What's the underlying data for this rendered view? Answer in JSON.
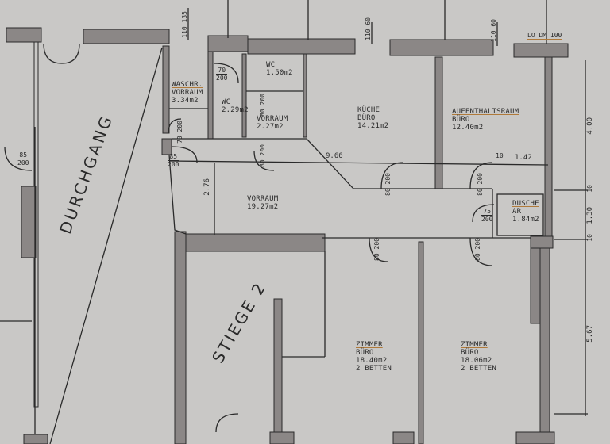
{
  "plan": {
    "stamp": "LO DM 100",
    "colors": {
      "paper": "#c9c8c6",
      "wall": "#8b8786",
      "line": "#2a2a2a",
      "accent_underline": "#b07a3a"
    },
    "rooms": [
      {
        "id": "waschr",
        "name": "WASCHR.",
        "use": "VORRAUM",
        "area": "3.34m2"
      },
      {
        "id": "wc1",
        "name": "WC",
        "use": "",
        "area": "2.29m2"
      },
      {
        "id": "wc2",
        "name": "WC",
        "use": "",
        "area": "1.50m2"
      },
      {
        "id": "vorraum-small",
        "name": "VORRAUM",
        "use": "",
        "area": "2.27m2"
      },
      {
        "id": "kueche",
        "name": "KÜCHE",
        "use": "BÜRO",
        "area": "14.21m2"
      },
      {
        "id": "aufenthalt",
        "name": "AUFENTHALTSRAUM",
        "use": "BÜRO",
        "area": "12.40m2"
      },
      {
        "id": "dusche",
        "name": "DUSCHE",
        "use": "AR",
        "area": "1.84m2"
      },
      {
        "id": "vorraum-main",
        "name": "VORRAUM",
        "use": "",
        "area": "19.27m2"
      },
      {
        "id": "zimmer1",
        "name": "ZIMMER",
        "use": "BÜRO",
        "area": "18.40m2",
        "beds": "2 BETTEN"
      },
      {
        "id": "zimmer2",
        "name": "ZIMMER",
        "use": "BÜRO",
        "area": "18.06m2",
        "beds": "2 BETTEN"
      }
    ],
    "areas": {
      "durchgang": "DURCHGANG",
      "stiege": "STIEGE 2"
    },
    "doors": [
      {
        "w": "70",
        "h": "200"
      },
      {
        "w": "70",
        "h": "200"
      },
      {
        "w": "80",
        "h": "200"
      },
      {
        "w": "80",
        "h": "200"
      },
      {
        "w": "85",
        "h": "200"
      },
      {
        "w": "85",
        "h": "200"
      },
      {
        "w": "80",
        "h": "200"
      },
      {
        "w": "80",
        "h": "200"
      },
      {
        "w": "75",
        "h": "200"
      },
      {
        "w": "80",
        "h": "200"
      },
      {
        "w": "80",
        "h": "200"
      }
    ],
    "windows": [
      {
        "sill": "110",
        "height": "135"
      },
      {
        "sill": "110",
        "height": "60"
      },
      {
        "sill": "110",
        "height": "60"
      }
    ],
    "dimensions": {
      "vorraum_length": "9.66",
      "vorraum_width": "2.76",
      "right_4": "4.00",
      "right_130": "1.30",
      "right_567": "5.67",
      "small_10a": "10",
      "small_10b": "10",
      "small_10c": "10",
      "dusche_w": "1.42"
    }
  }
}
